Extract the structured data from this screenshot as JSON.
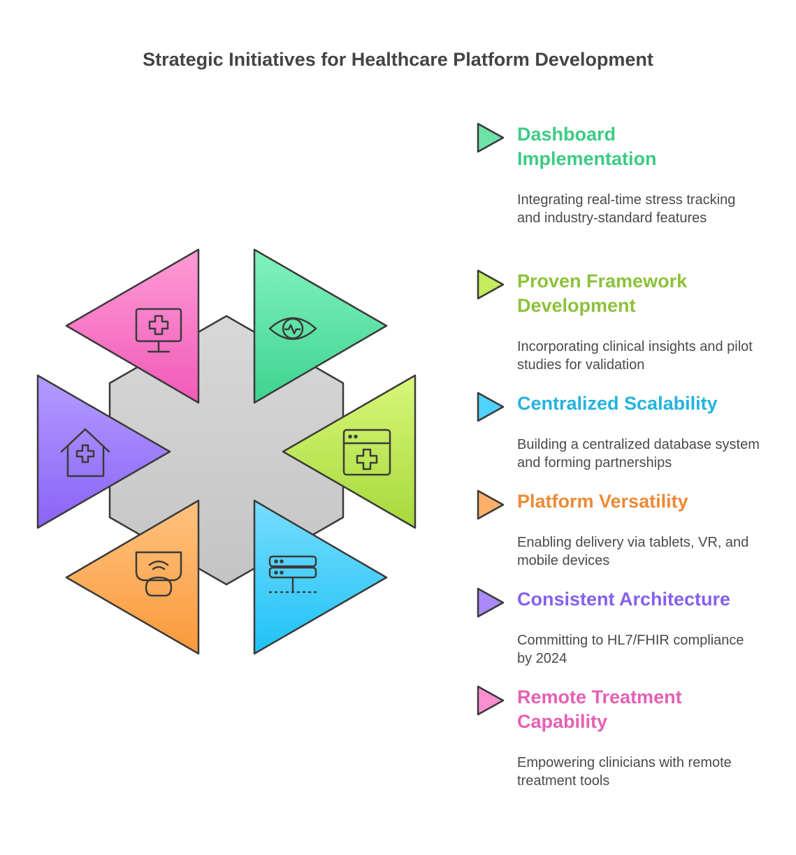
{
  "title": "Strategic Initiatives for Healthcare Platform Development",
  "segments": [
    {
      "icon": "medical-monitor-icon",
      "color_light": "#ff9bd6",
      "color_dark": "#f05ab8"
    },
    {
      "icon": "eye-pulse-icon",
      "color_light": "#82f2bf",
      "color_dark": "#3ed38f"
    },
    {
      "icon": "medical-app-window-icon",
      "color_light": "#d9f77a",
      "color_dark": "#a5d93a"
    },
    {
      "icon": "server-network-icon",
      "color_light": "#78dcff",
      "color_dark": "#1ec3f5"
    },
    {
      "icon": "vr-headset-icon",
      "color_light": "#ffc280",
      "color_dark": "#fa9a3a"
    },
    {
      "icon": "hospital-house-icon",
      "color_light": "#b39cff",
      "color_dark": "#8a63f7"
    }
  ],
  "items": [
    {
      "title": "Dashboard Implementation",
      "description": "Integrating real-time stress tracking and industry-standard features",
      "color": "#3ccb85",
      "marker_fill": "#6ee3a8"
    },
    {
      "title": "Proven Framework Development",
      "description": "Incorporating clinical insights and pilot studies for validation",
      "color": "#8cc23a",
      "marker_fill": "#c4ec5c"
    },
    {
      "title": "Centralized Scalability",
      "description": "Building a centralized database system and forming partnerships",
      "color": "#24b3de",
      "marker_fill": "#4fd2fb"
    },
    {
      "title": "Platform Versatility",
      "description": "Enabling delivery via tablets, VR, and mobile devices",
      "color": "#ec8a36",
      "marker_fill": "#fdb068"
    },
    {
      "title": "Consistent Architecture",
      "description": "Committing to HL7/FHIR compliance by 2024",
      "color": "#8660ec",
      "marker_fill": "#a98af8"
    },
    {
      "title": "Remote Treatment Capability",
      "description": "Empowering clinicians with remote treatment tools",
      "color": "#e660b3",
      "marker_fill": "#fb8fd2"
    }
  ]
}
